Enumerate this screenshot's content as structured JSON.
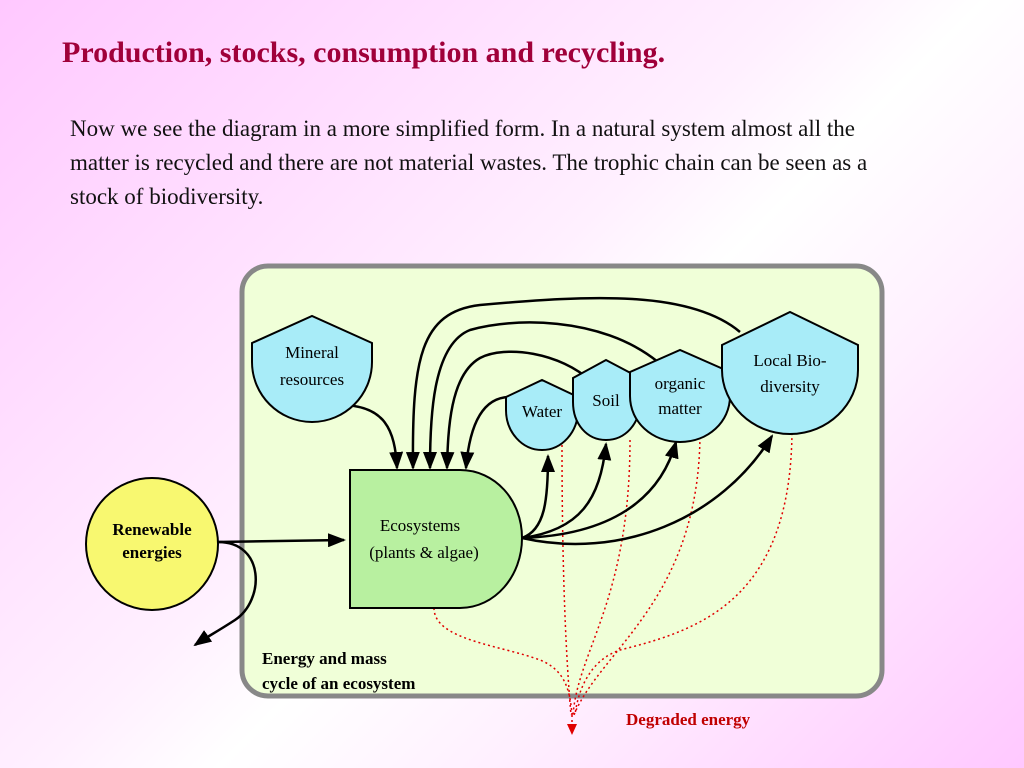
{
  "slide": {
    "title": "Production, stocks, consumption and recycling.",
    "paragraph": "Now we see the diagram in a more simplified form. In a natural system almost all the matter is recycled and there are not material wastes. The trophic chain can be seen as a stock of biodiversity."
  },
  "diagram": {
    "renewable": [
      "Renewable",
      "energies"
    ],
    "mineral": [
      "Mineral",
      "resources"
    ],
    "ecosystems": [
      "Ecosystems",
      "(plants & algae)"
    ],
    "water": "Water",
    "soil": "Soil",
    "organic": [
      "organic",
      "matter"
    ],
    "biodiversity": [
      "Local Bio-",
      "diversity"
    ],
    "cycle_caption": [
      "Energy and mass",
      "cycle of an ecosystem"
    ],
    "degraded": "Degraded energy",
    "colors": {
      "panel_fill": "#f0ffd8",
      "panel_border": "#888888",
      "storage_fill": "#a8ecf8",
      "ecosystem_fill": "#b8f0a0",
      "source_fill": "#f8f870",
      "heat_sink": "#e00000",
      "title": "#a0003a"
    }
  }
}
